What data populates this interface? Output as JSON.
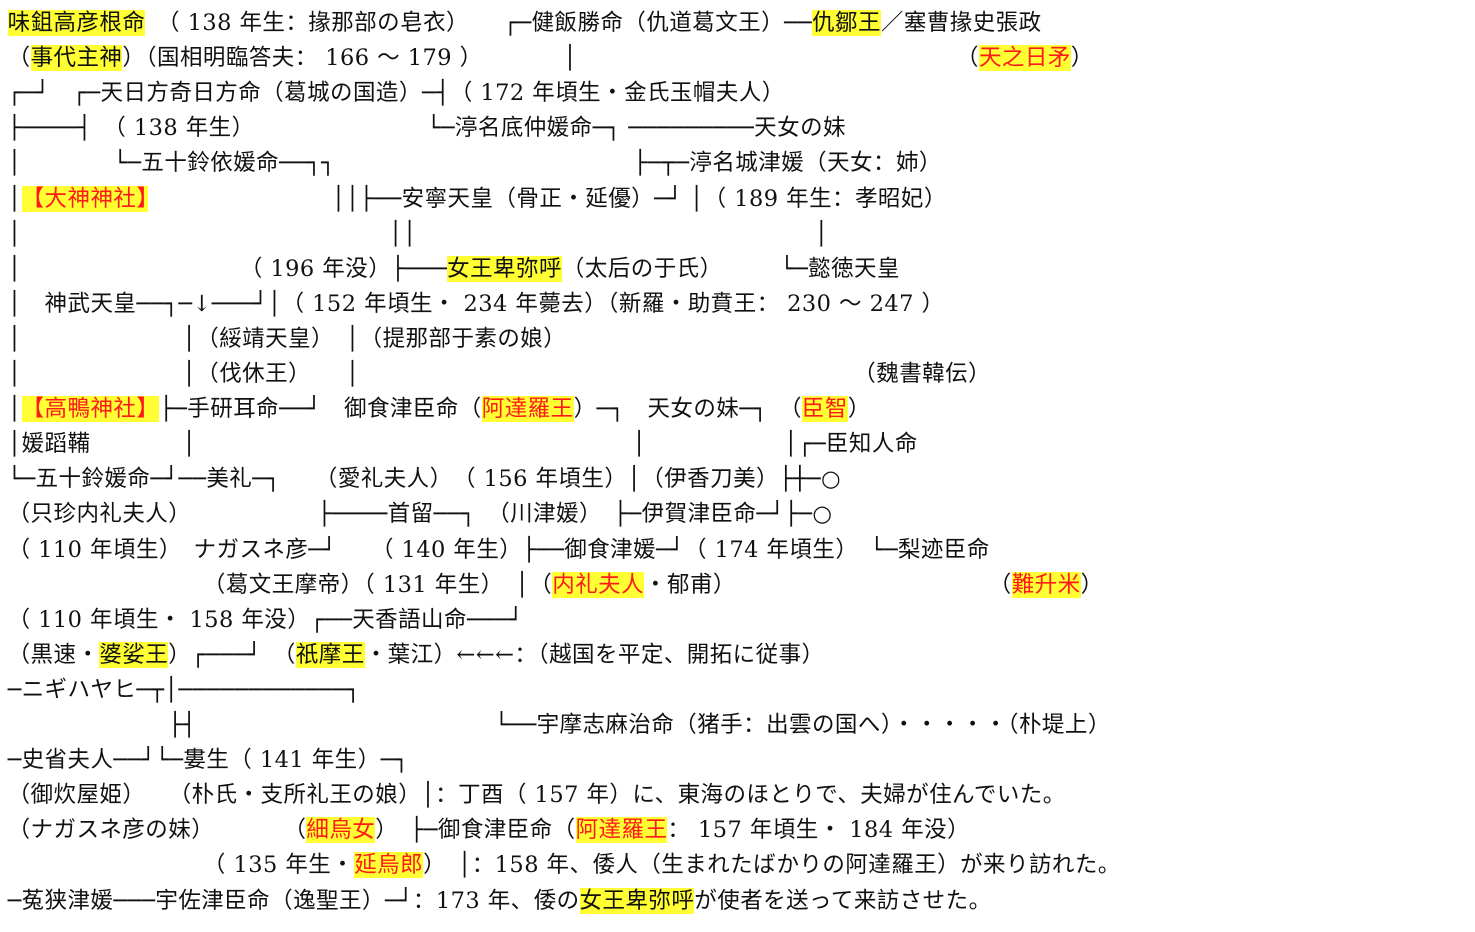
{
  "document": {
    "colors": {
      "highlight": "#ffff33",
      "red_text": "#ff1a1a",
      "text": "#111111",
      "background": "#ffffff"
    },
    "lines": [
      [
        {
          "t": " ",
          "s": ""
        },
        {
          "t": "味鉏高彦根命",
          "s": "hl"
        },
        {
          "t": "　（ 138 年生：掾那部の皂衣）　　┌─健飯勝命（仇道葛文王）──",
          "s": ""
        },
        {
          "t": "仇鄒王",
          "s": "hl"
        },
        {
          "t": "／塞曹掾史張政",
          "s": ""
        }
      ],
      [
        {
          "t": " （",
          "s": ""
        },
        {
          "t": "事代主神",
          "s": "hl"
        },
        {
          "t": "）（国相明臨答夫： 166 〜 179 ）　　　　│　　　　　　　　　　　　　　　　　（",
          "s": ""
        },
        {
          "t": "天之日矛",
          "s": "hl red"
        },
        {
          "t": "）",
          "s": ""
        }
      ],
      [
        {
          "t": " ┌─┘　┌─天日方奇日方命（葛城の国造）─┤（ 172 年頃生・金氏玉帽夫人）",
          "s": ""
        }
      ],
      [
        {
          "t": " ├────┤　（ 138 年生）　　　　　　　　└─渟名底仲媛命─┐ ─────────天女の妹",
          "s": ""
        }
      ],
      [
        {
          "t": " │　　　　└─五十鈴依媛命──┐┐　　　　　　　　　　　　　├─┬─渟名城津媛（天女：姉）",
          "s": ""
        }
      ],
      [
        {
          "t": " │",
          "s": ""
        },
        {
          "t": "【大神神社】",
          "s": "hl red"
        },
        {
          "t": "　　　　　　　　││├──安寧天皇（骨正・延優）─┘ │（ 189 年生：孝昭妃）",
          "s": ""
        }
      ],
      [
        {
          "t": " │　　　　　　　　　　　　　　　　││　　　　　　　　　　　　　　　　　 │",
          "s": ""
        }
      ],
      [
        {
          "t": " │　　　　　　　　　　（ 196 年没）├───",
          "s": ""
        },
        {
          "t": "女王卑弥呼",
          "s": "hl"
        },
        {
          "t": "（太后の于氏）　　　└─懿徳天皇",
          "s": ""
        }
      ],
      [
        {
          "t": " │　神武天皇──┐─↓───┘│（ 152 年頃生・ 234 年薨去）（新羅・助賁王： 230 〜 247 ）",
          "s": ""
        }
      ],
      [
        {
          "t": " │　　　　　　　│（綏靖天皇）　│（提那部于素の娘）",
          "s": ""
        }
      ],
      [
        {
          "t": " │　　　　　　　│（伐休王）　　│　　　　　　　　　　　　　　　　　　　　　　（魏書韓伝）",
          "s": ""
        }
      ],
      [
        {
          "t": " │",
          "s": ""
        },
        {
          "t": "【高鴨神社】",
          "s": "hl red"
        },
        {
          "t": "├─手研耳命──┘　御食津臣命（",
          "s": ""
        },
        {
          "t": "阿達羅王",
          "s": "hl red"
        },
        {
          "t": "）─┐　天女の妹─┐　（",
          "s": ""
        },
        {
          "t": "臣智",
          "s": "hl red"
        },
        {
          "t": "）",
          "s": ""
        }
      ],
      [
        {
          "t": " │媛蹈鞴　　　　│　　　　　　　　　　　　　　　　　　　│　　　　　　│┌─臣知人命",
          "s": ""
        }
      ],
      [
        {
          "t": " └─五十鈴媛命─┘──美礼─┐　　（愛礼夫人）　（ 156 年頃生）│（伊香刀美）├┼─○",
          "s": ""
        }
      ],
      [
        {
          "t": " （只珍内礼夫人）　　　　　　├────首留──┐　（川津媛）　├─伊賀津臣命─┘├─○",
          "s": ""
        }
      ],
      [
        {
          "t": " （ 110 年頃生）　ナガスネ彦─┘　　（ 140 年生）├──御食津媛─┘（ 174 年頃生）　└─梨迹臣命",
          "s": ""
        }
      ],
      [
        {
          "t": " 　　　　　　　　　（葛文王摩帝）（ 131 年生）　│（",
          "s": ""
        },
        {
          "t": "内礼夫人",
          "s": "hl red"
        },
        {
          "t": "・郁甫）　　　　　　　　　　　　（",
          "s": ""
        },
        {
          "t": "難升米",
          "s": "hl red"
        },
        {
          "t": "）",
          "s": ""
        }
      ],
      [
        {
          "t": " （ 110 年頃生・ 158 年没）┌──天香語山命───┘",
          "s": ""
        }
      ],
      [
        {
          "t": " （黒速・",
          "s": ""
        },
        {
          "t": "婆娑王",
          "s": "hl"
        },
        {
          "t": "）┌───┘　（",
          "s": ""
        },
        {
          "t": "祇摩王",
          "s": "hl"
        },
        {
          "t": "・葉江）←←←：（越国を平定、開拓に従事）",
          "s": ""
        }
      ],
      [
        {
          "t": " ─ニギハヤヒ─┬│────────────┐",
          "s": ""
        }
      ],
      [
        {
          "t": " 　　　　　　　├┤　　　　　　　　　　　　　└──宇摩志麻治命（猪手：出雲の国へ）・・・・・（朴堤上）",
          "s": ""
        }
      ],
      [
        {
          "t": " ─史省夫人──┘└─婁生（ 141 年生）─┐",
          "s": ""
        }
      ],
      [
        {
          "t": " （御炊屋姫）　　（朴氏・支所礼王の娘）│：丁酉（ 157 年）に、東海のほとりで、夫婦が住んでいた。",
          "s": ""
        }
      ],
      [
        {
          "t": " （ナガスネ彦の妹）　　　　（",
          "s": ""
        },
        {
          "t": "細烏女",
          "s": "hl red"
        },
        {
          "t": "）　├─御食津臣命（",
          "s": ""
        },
        {
          "t": "阿達羅王",
          "s": "hl red"
        },
        {
          "t": "： 157 年頃生・ 184 年没）",
          "s": ""
        }
      ],
      [
        {
          "t": " 　　　　　　　　　（ 135 年生・",
          "s": ""
        },
        {
          "t": "延烏郎",
          "s": "hl red"
        },
        {
          "t": "）　│：158 年、倭人（生まれたばかりの阿達羅王）が来り訪れた。",
          "s": ""
        }
      ],
      [
        {
          "t": " ─菟狭津媛───宇佐津臣命（逸聖王）─┘：173 年、倭の",
          "s": ""
        },
        {
          "t": "女王卑弥呼",
          "s": "hl"
        },
        {
          "t": "が使者を送って来訪させた。",
          "s": ""
        }
      ]
    ]
  }
}
